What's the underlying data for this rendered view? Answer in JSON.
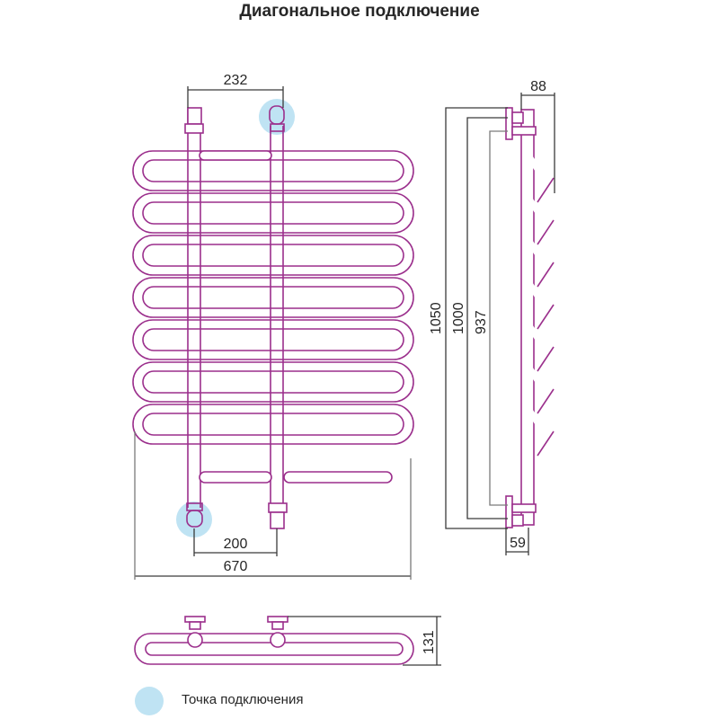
{
  "title": "Диагональное подключение",
  "front_view": {
    "dimensions": {
      "top_pipe_spacing": "232",
      "bottom_pipe_spacing": "200",
      "overall_width": "670"
    },
    "coil_count": 7
  },
  "side_view": {
    "dimensions": {
      "depth_top": "88",
      "depth_bottom": "59",
      "height_total": "1050",
      "height_mount": "1000",
      "height_inner": "937"
    }
  },
  "top_view": {
    "dimensions": {
      "depth": "131"
    }
  },
  "legend": {
    "connection_point_label": "Точка подключения"
  },
  "colors": {
    "pipe": "#9b2f8c",
    "connection_point": "#bfe3f3",
    "dimension_line": "#3a3a3a"
  }
}
